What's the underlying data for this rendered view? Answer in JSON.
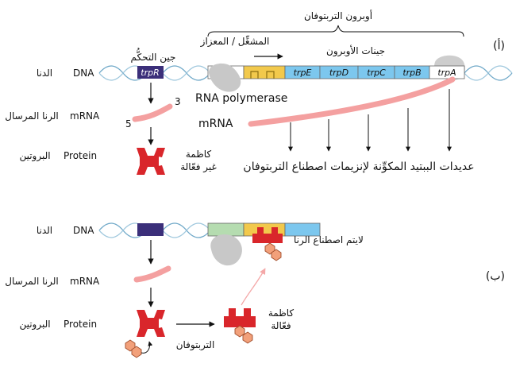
{
  "panel_a": {
    "label": "(أ)",
    "operon_title": "أوبرون التربتوفان",
    "regulatory_gene": "جين التحكُّم",
    "promoter_operator": "المشغِّل / المعزاز",
    "operon_genes": "جينات الأوبرون",
    "trpR": "trpR",
    "genes": [
      "trpE",
      "trpD",
      "trpC",
      "trpB",
      "trpA"
    ],
    "rna_polymerase": "RNA polymerase",
    "prime3": "3",
    "prime5": "5",
    "mrna": "mRNA",
    "inactive_line1": "كاظمة",
    "inactive_line2": "غير فعّالة",
    "polypeptides": "عديدات الببتيد المكوِّنة لإنزيمات اصطناع التربتوفان"
  },
  "panel_b": {
    "label": "(ب)",
    "no_synthesis": "لايتم اصطناع الرنا",
    "active_line1": "كاظمة",
    "active_line2": "فعّالة",
    "tryptophan": "التربتوفان"
  },
  "left_labels": {
    "dna_en": "DNA",
    "dna_ar": "الدنا",
    "mrna_en": "mRNA",
    "mrna_ar": "الرنا المرسال",
    "protein_en": "Protein",
    "protein_ar": "البروتين"
  },
  "colors": {
    "dna_helix": "#6fa8c8",
    "trpR_box": "#3b2f7a",
    "operator": "#f2c94c",
    "genes": "#7cc7ee",
    "mrna": "#f4a0a0",
    "repressor": "#d9262b",
    "tryptophan": "#f2a07a",
    "polymerase": "#c8c8c8",
    "promoter_b": "#b5dcb0"
  }
}
